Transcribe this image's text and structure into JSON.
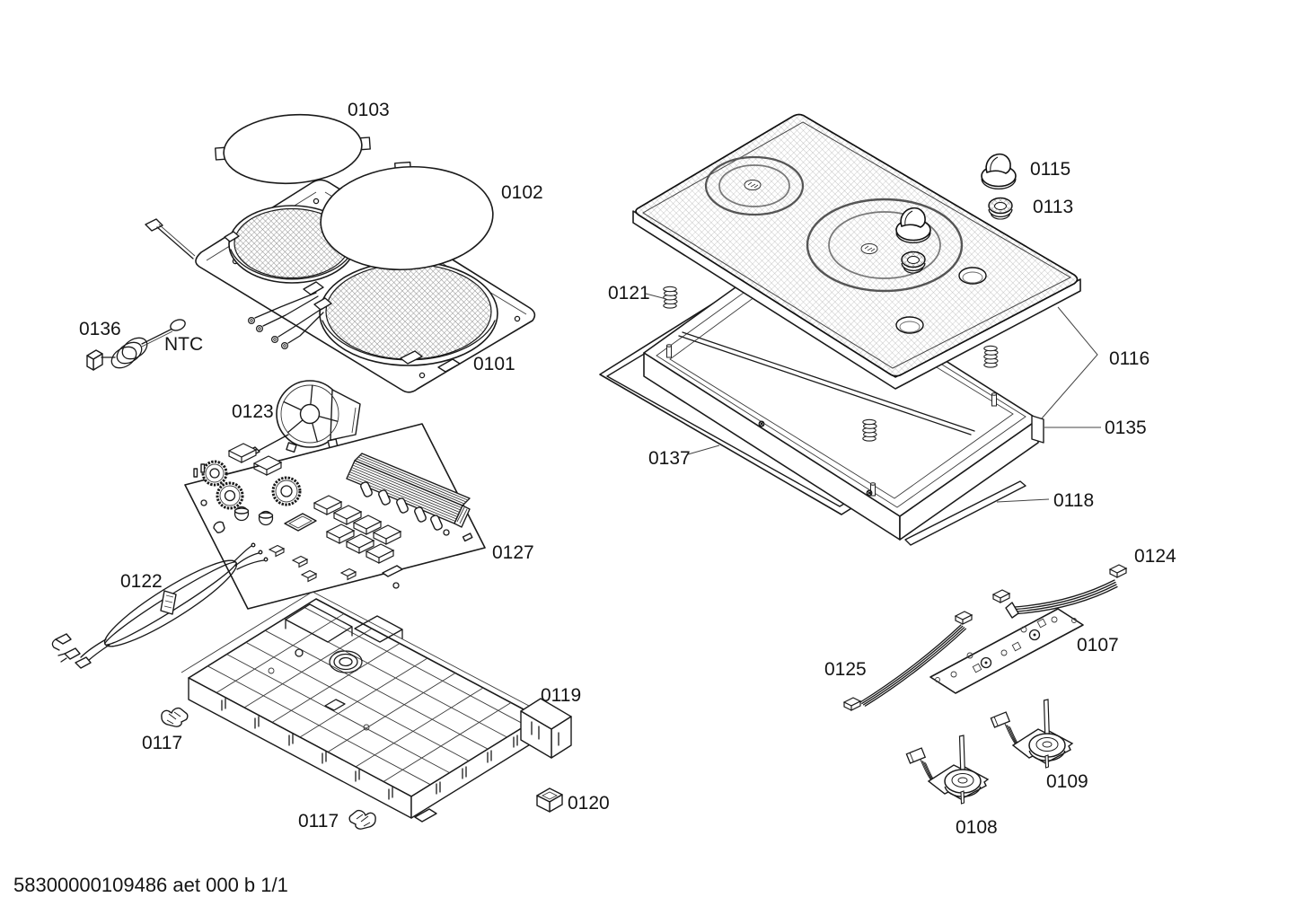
{
  "footer": {
    "doc_code": "58300000109486 aet 000 b 1/1"
  },
  "labels": {
    "part_0101": "0101",
    "part_0102": "0102",
    "part_0103": "0103",
    "part_0107": "0107",
    "part_0108": "0108",
    "part_0109": "0109",
    "part_0113": "0113",
    "part_0115": "0115",
    "part_0116": "0116",
    "part_0117": "0117",
    "part_0118": "0118",
    "part_0119": "0119",
    "part_0120": "0120",
    "part_0121": "0121",
    "part_0122": "0122",
    "part_0123": "0123",
    "part_0124": "0124",
    "part_0125": "0125",
    "part_0127": "0127",
    "part_0135": "0135",
    "part_0136": "0136",
    "part_0137": "0137",
    "ntc": "NTC"
  }
}
